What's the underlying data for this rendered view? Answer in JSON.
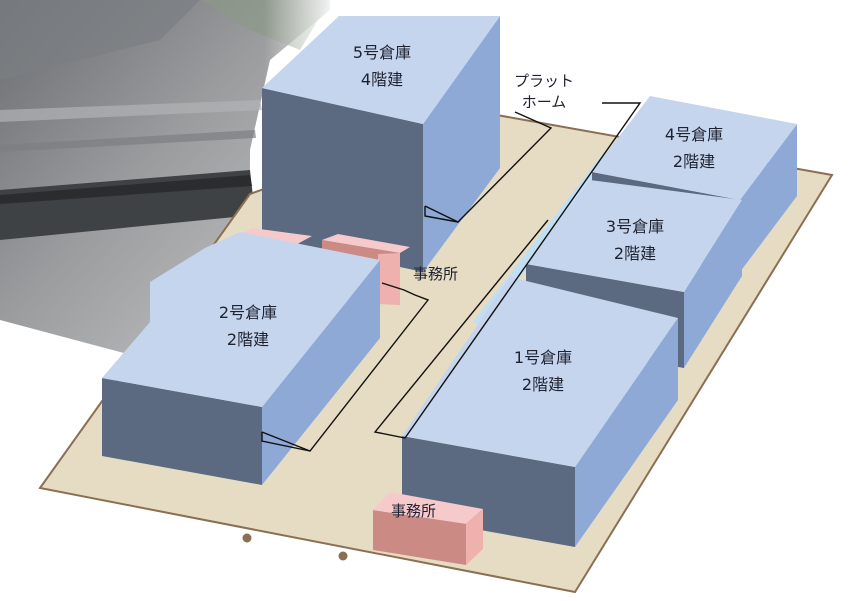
{
  "buildings": {
    "warehouse_5": {
      "name": "5号倉庫",
      "floors": "4階建"
    },
    "warehouse_4": {
      "name": "4号倉庫",
      "floors": "2階建"
    },
    "warehouse_3": {
      "name": "3号倉庫",
      "floors": "2階建"
    },
    "warehouse_2": {
      "name": "2号倉庫",
      "floors": "2階建"
    },
    "warehouse_1": {
      "name": "1号倉庫",
      "floors": "2階建"
    }
  },
  "offices": {
    "office_upper": "事務所",
    "office_lower": "事務所"
  },
  "platform": {
    "line1": "プラット",
    "line2": "ホーム"
  },
  "colors": {
    "roof": "#c5d5ed",
    "wall_light": "#8ea9d6",
    "wall_dark": "#5b6a80",
    "ground": "#e6dcc3",
    "ground_edge": "#8a6f52",
    "office_top": "#f6c9cb",
    "office_front": "#cc8a84",
    "office_side": "#eeb1ad"
  }
}
